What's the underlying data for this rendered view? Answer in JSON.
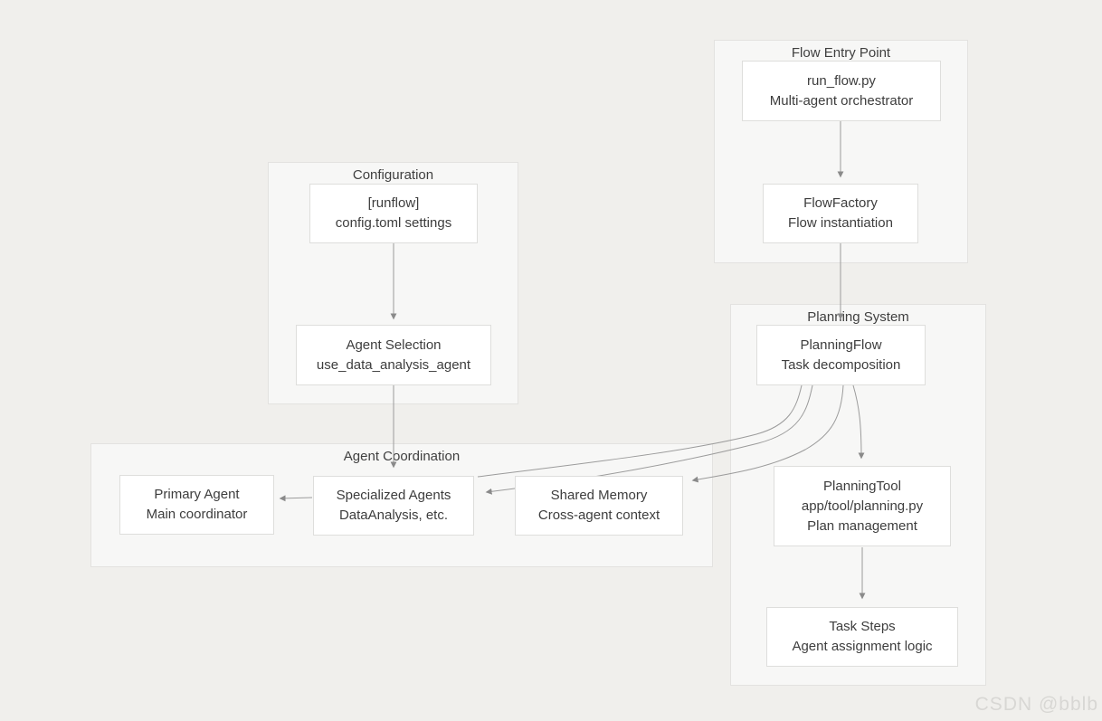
{
  "groups": {
    "flow_entry": {
      "title": "Flow Entry Point"
    },
    "configuration": {
      "title": "Configuration"
    },
    "planning": {
      "title": "Planning System"
    },
    "coordination": {
      "title": "Agent Coordination"
    }
  },
  "nodes": {
    "run_flow": {
      "line1": "run_flow.py",
      "line2": "Multi-agent orchestrator"
    },
    "flow_factory": {
      "line1": "FlowFactory",
      "line2": "Flow instantiation"
    },
    "runflow_config": {
      "line1": "[runflow]",
      "line2": "config.toml settings"
    },
    "agent_selection": {
      "line1": "Agent Selection",
      "line2": "use_data_analysis_agent"
    },
    "planning_flow": {
      "line1": "PlanningFlow",
      "line2": "Task decomposition"
    },
    "planning_tool": {
      "line1": "PlanningTool",
      "line2": "app/tool/planning.py",
      "line3": "Plan management"
    },
    "primary_agent": {
      "line1": "Primary Agent",
      "line2": "Main coordinator"
    },
    "specialized_agents": {
      "line1": "Specialized Agents",
      "line2": "DataAnalysis, etc."
    },
    "shared_memory": {
      "line1": "Shared Memory",
      "line2": "Cross-agent context"
    },
    "task_steps": {
      "line1": "Task Steps",
      "line2": "Agent assignment logic"
    }
  },
  "edges": [
    {
      "from": "run_flow",
      "to": "flow_factory"
    },
    {
      "from": "flow_factory",
      "to": "planning_flow"
    },
    {
      "from": "runflow_config",
      "to": "agent_selection"
    },
    {
      "from": "agent_selection",
      "to": "specialized_agents"
    },
    {
      "from": "planning_flow",
      "to": "planning_tool"
    },
    {
      "from": "planning_tool",
      "to": "task_steps"
    },
    {
      "from": "planning_flow",
      "to": "specialized_agents"
    },
    {
      "from": "planning_flow",
      "to": "shared_memory"
    },
    {
      "from": "shared_memory",
      "to": "specialized_agents"
    },
    {
      "from": "specialized_agents",
      "to": "primary_agent"
    }
  ],
  "colors": {
    "page_bg": "#f0efec",
    "group_bg": "#f7f7f6",
    "group_border": "#e3e2e0",
    "node_bg": "#ffffff",
    "node_border": "#dededc",
    "text": "#3d3d3d",
    "edge": "#9b9b9b",
    "arrowhead": "#8a8a8a",
    "watermark_color": "#d8d7d4"
  },
  "watermark": {
    "text": "CSDN @bblb"
  }
}
